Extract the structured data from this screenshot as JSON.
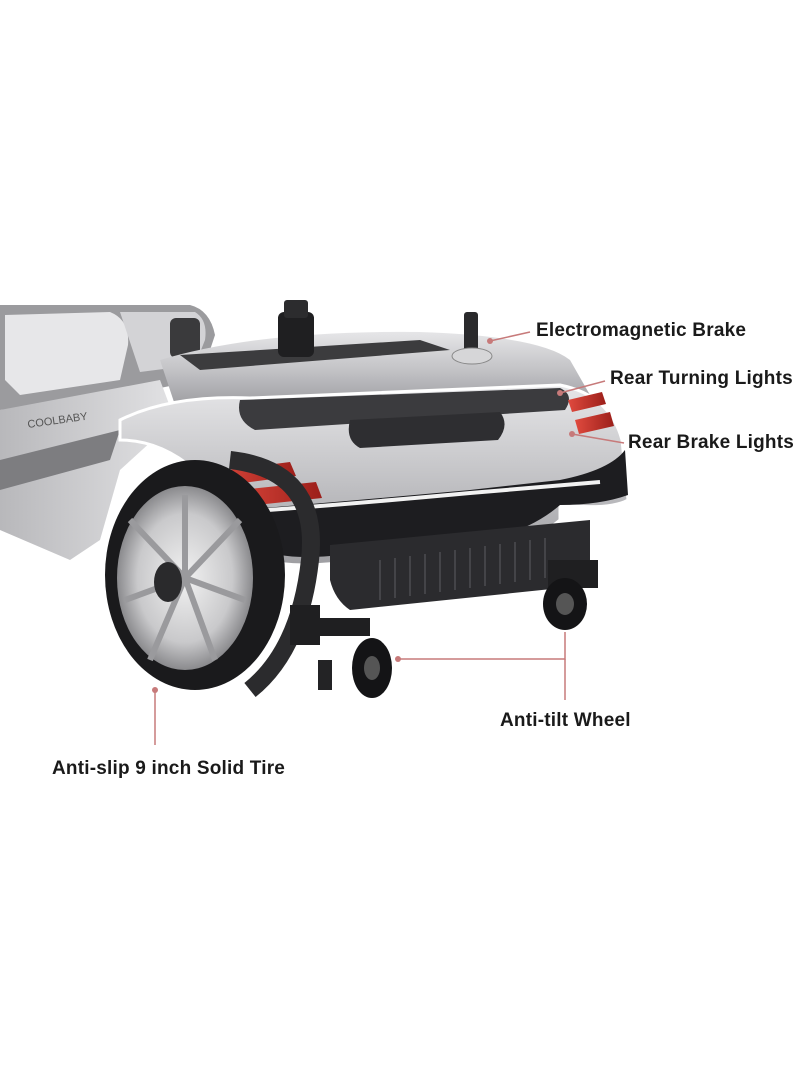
{
  "product": {
    "brand_mark": "COOLBABY"
  },
  "callouts": {
    "electromagnetic_brake": "Electromagnetic Brake",
    "rear_turning_lights": "Rear Turning Lights",
    "rear_brake_lights": "Rear Brake Lights",
    "anti_tilt_wheel": "Anti-tilt Wheel",
    "solid_tire": "Anti-slip 9 inch Solid Tire"
  },
  "colors": {
    "body_silver": "#c9c9cb",
    "body_dark": "#2a2a2c",
    "reflector_red": "#c8302a",
    "callout_line": "#c77a7a"
  }
}
